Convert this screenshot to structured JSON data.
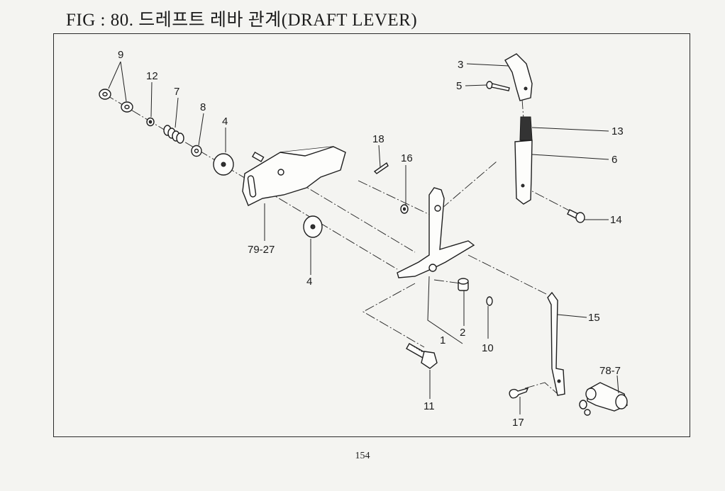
{
  "title": "FIG : 80. 드레프트 레바 관계(DRAFT LEVER)",
  "page_number": "154",
  "callouts": {
    "c9": "9",
    "c12": "12",
    "c7": "7",
    "c8": "8",
    "c4a": "4",
    "c79_27": "79-27",
    "c4b": "4",
    "c18": "18",
    "c16": "16",
    "c3": "3",
    "c5": "5",
    "c13": "13",
    "c6": "6",
    "c14": "14",
    "c15": "15",
    "c2": "2",
    "c1": "1",
    "c10": "10",
    "c11": "11",
    "c78_7": "78-7",
    "c17": "17"
  }
}
